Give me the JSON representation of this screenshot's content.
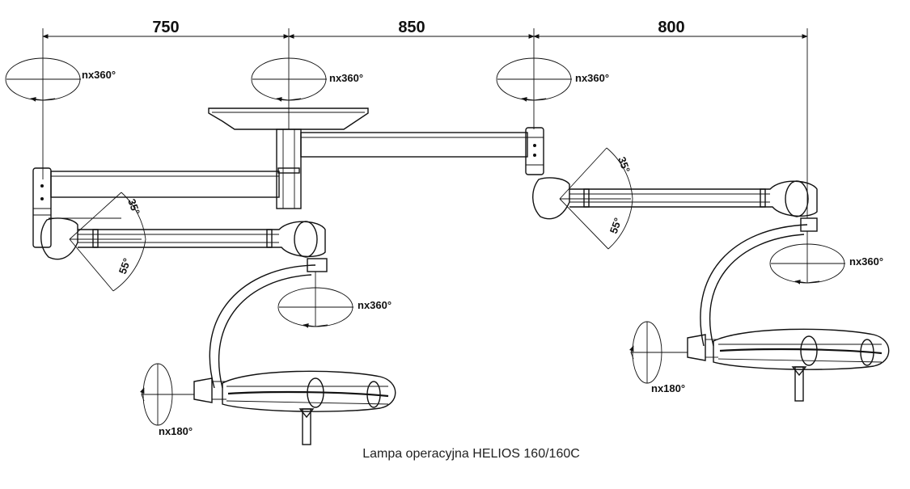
{
  "dimensions": {
    "seg1": "750",
    "seg2": "850",
    "seg3": "800"
  },
  "rotations": {
    "r1": "nx360°",
    "r2": "nx360°",
    "r3": "nx360°",
    "r4": "nx360°",
    "r5": "nx360°",
    "h1": "nx180°",
    "h2": "nx180°"
  },
  "angles": {
    "left_up": "35°",
    "left_down": "55°",
    "right_up": "35°",
    "right_down": "55°"
  },
  "caption": "Lampa operacyjna HELIOS 160/160C"
}
